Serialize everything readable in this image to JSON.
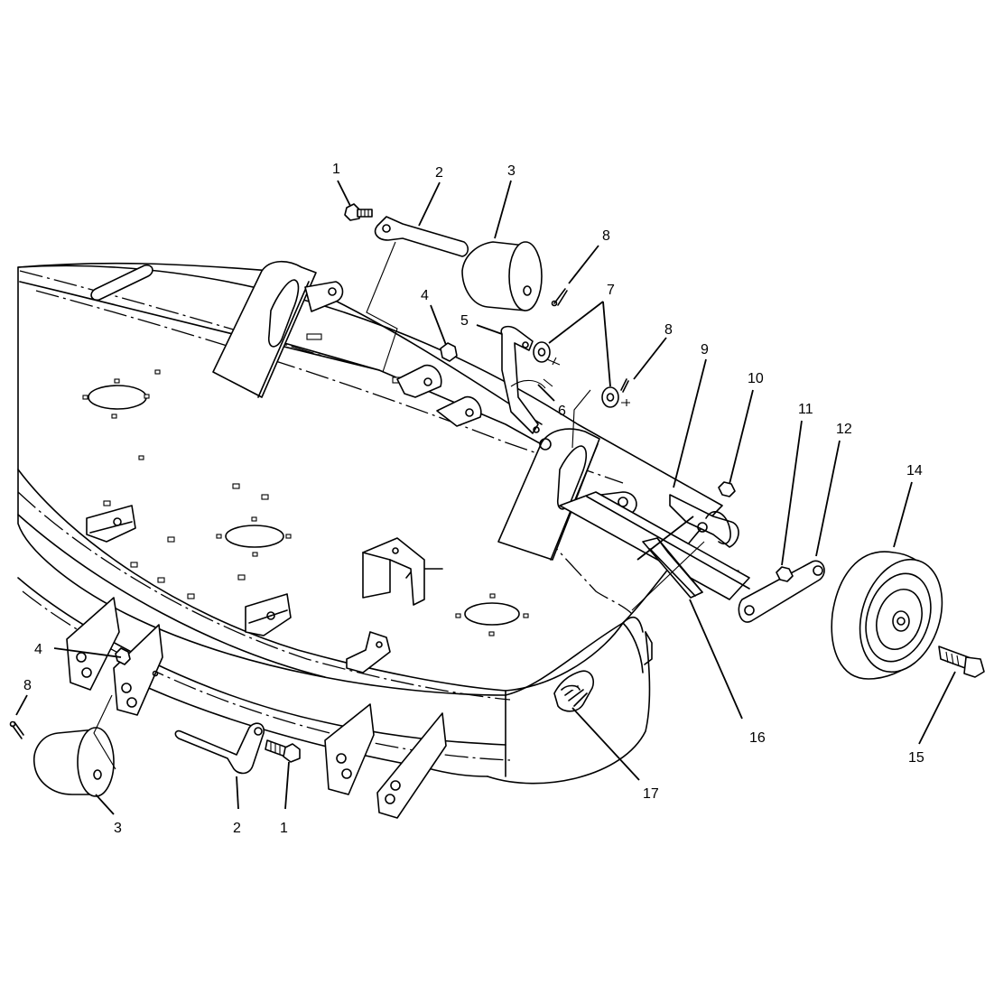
{
  "callouts": [
    {
      "id": "c1a",
      "text": "1"
    },
    {
      "id": "c2a",
      "text": "2"
    },
    {
      "id": "c3a",
      "text": "3"
    },
    {
      "id": "c8a",
      "text": "8"
    },
    {
      "id": "c4a",
      "text": "4"
    },
    {
      "id": "c7",
      "text": "7"
    },
    {
      "id": "c5",
      "text": "5"
    },
    {
      "id": "c8b",
      "text": "8"
    },
    {
      "id": "c6",
      "text": "6"
    },
    {
      "id": "c9",
      "text": "9"
    },
    {
      "id": "c10",
      "text": "10"
    },
    {
      "id": "c11",
      "text": "11"
    },
    {
      "id": "c12",
      "text": "12"
    },
    {
      "id": "c14",
      "text": "14"
    },
    {
      "id": "c4b",
      "text": "4"
    },
    {
      "id": "c8c",
      "text": "8"
    },
    {
      "id": "c16",
      "text": "16"
    },
    {
      "id": "c15",
      "text": "15"
    },
    {
      "id": "c17",
      "text": "17"
    },
    {
      "id": "c3b",
      "text": "3"
    },
    {
      "id": "c2b",
      "text": "2"
    },
    {
      "id": "c1b",
      "text": "1"
    }
  ]
}
